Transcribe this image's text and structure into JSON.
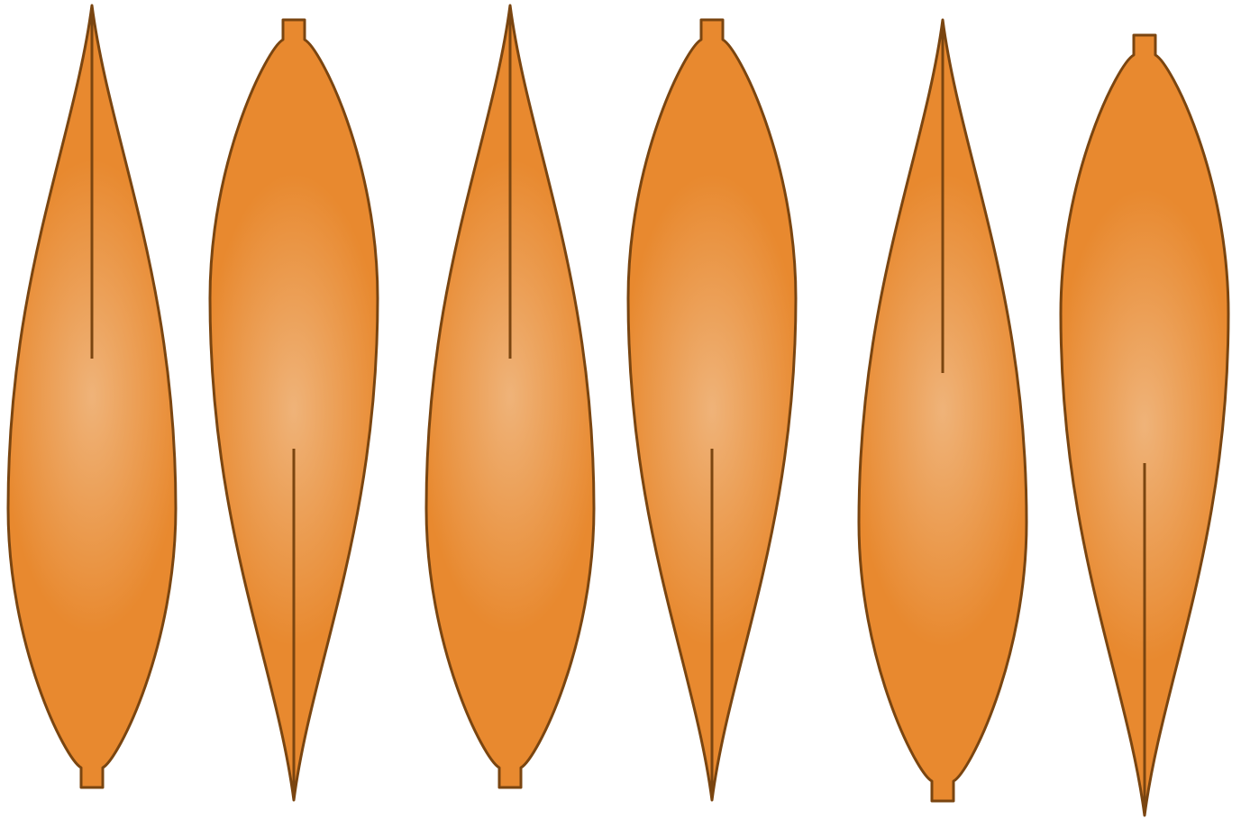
{
  "diagram": {
    "colors": {
      "background": "#ffffff",
      "fill_light": "#efb379",
      "fill_dark": "#e8892f",
      "stroke": "#7a4510"
    },
    "shapes": [
      {
        "type": "pointed-spindle",
        "point": "top",
        "stub": "bottom"
      },
      {
        "type": "pointed-spindle",
        "point": "bottom",
        "stub": "top"
      },
      {
        "type": "pointed-spindle",
        "point": "top",
        "stub": "bottom"
      },
      {
        "type": "pointed-spindle",
        "point": "bottom",
        "stub": "top"
      },
      {
        "type": "pointed-spindle",
        "point": "top",
        "stub": "bottom"
      },
      {
        "type": "pointed-spindle",
        "point": "bottom",
        "stub": "top"
      }
    ]
  }
}
